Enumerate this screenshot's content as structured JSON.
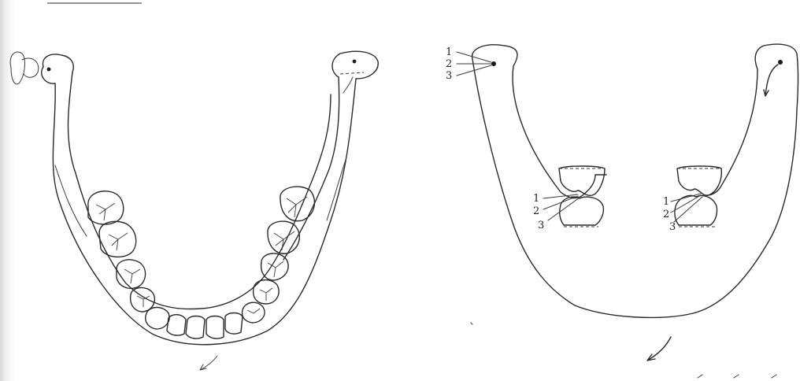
{
  "figure": {
    "background": "#ffffff",
    "ink_color": "#2a2a2a"
  },
  "right_panel": {
    "condyle_labels": [
      "1",
      "2",
      "3"
    ],
    "left_tooth_labels": [
      "1",
      "2",
      "3"
    ],
    "right_tooth_labels": [
      "1",
      "2",
      "3"
    ]
  }
}
